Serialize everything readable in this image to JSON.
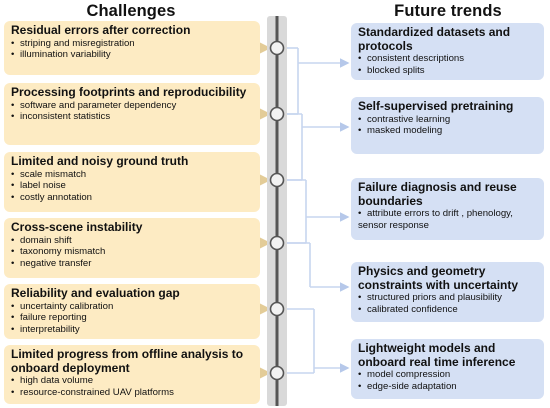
{
  "columns": {
    "left_title": "Challenges",
    "right_title": "Future trends"
  },
  "challenges": [
    {
      "title": "Residual errors after correction",
      "items": [
        "striping and misregistration",
        "illumination variability"
      ]
    },
    {
      "title": "Processing footprints and reproducibility",
      "items": [
        "software and parameter dependency",
        "inconsistent statistics"
      ]
    },
    {
      "title": "Limited and noisy ground truth",
      "items": [
        "scale mismatch",
        "label noise",
        "costly annotation"
      ]
    },
    {
      "title": "Cross-scene instability",
      "items": [
        "domain shift",
        "taxonomy mismatch",
        "negative transfer"
      ]
    },
    {
      "title": "Reliability and evaluation gap",
      "items": [
        "uncertainty calibration",
        "failure reporting",
        "interpretability"
      ]
    },
    {
      "title": "Limited progress from offline analysis to onboard deployment",
      "items": [
        "high data volume",
        "resource-constrained UAV platforms"
      ]
    }
  ],
  "trends": [
    {
      "title": "Standardized datasets and protocols",
      "items": [
        "consistent descriptions",
        "blocked splits"
      ]
    },
    {
      "title": "Self-supervised pretraining",
      "items": [
        "contrastive learning",
        "masked modeling"
      ]
    },
    {
      "title": "Failure diagnosis and reuse boundaries",
      "items": [
        "attribute errors to drift , phenology, sensor response"
      ]
    },
    {
      "title": "Physics and geometry constraints with uncertainty",
      "items": [
        "structured priors and plausibility",
        "calibrated confidence"
      ]
    },
    {
      "title": "Lightweight models and onboard real time inference",
      "items": [
        "model compression",
        "edge-side adaptation"
      ]
    }
  ],
  "colors": {
    "challenge_box": "#fdebc3",
    "trend_box": "#d5e0f4",
    "left_arrow": "#f0dba8",
    "right_arrow": "#c7d5ef",
    "spine": "#555555",
    "node": "#555555"
  }
}
